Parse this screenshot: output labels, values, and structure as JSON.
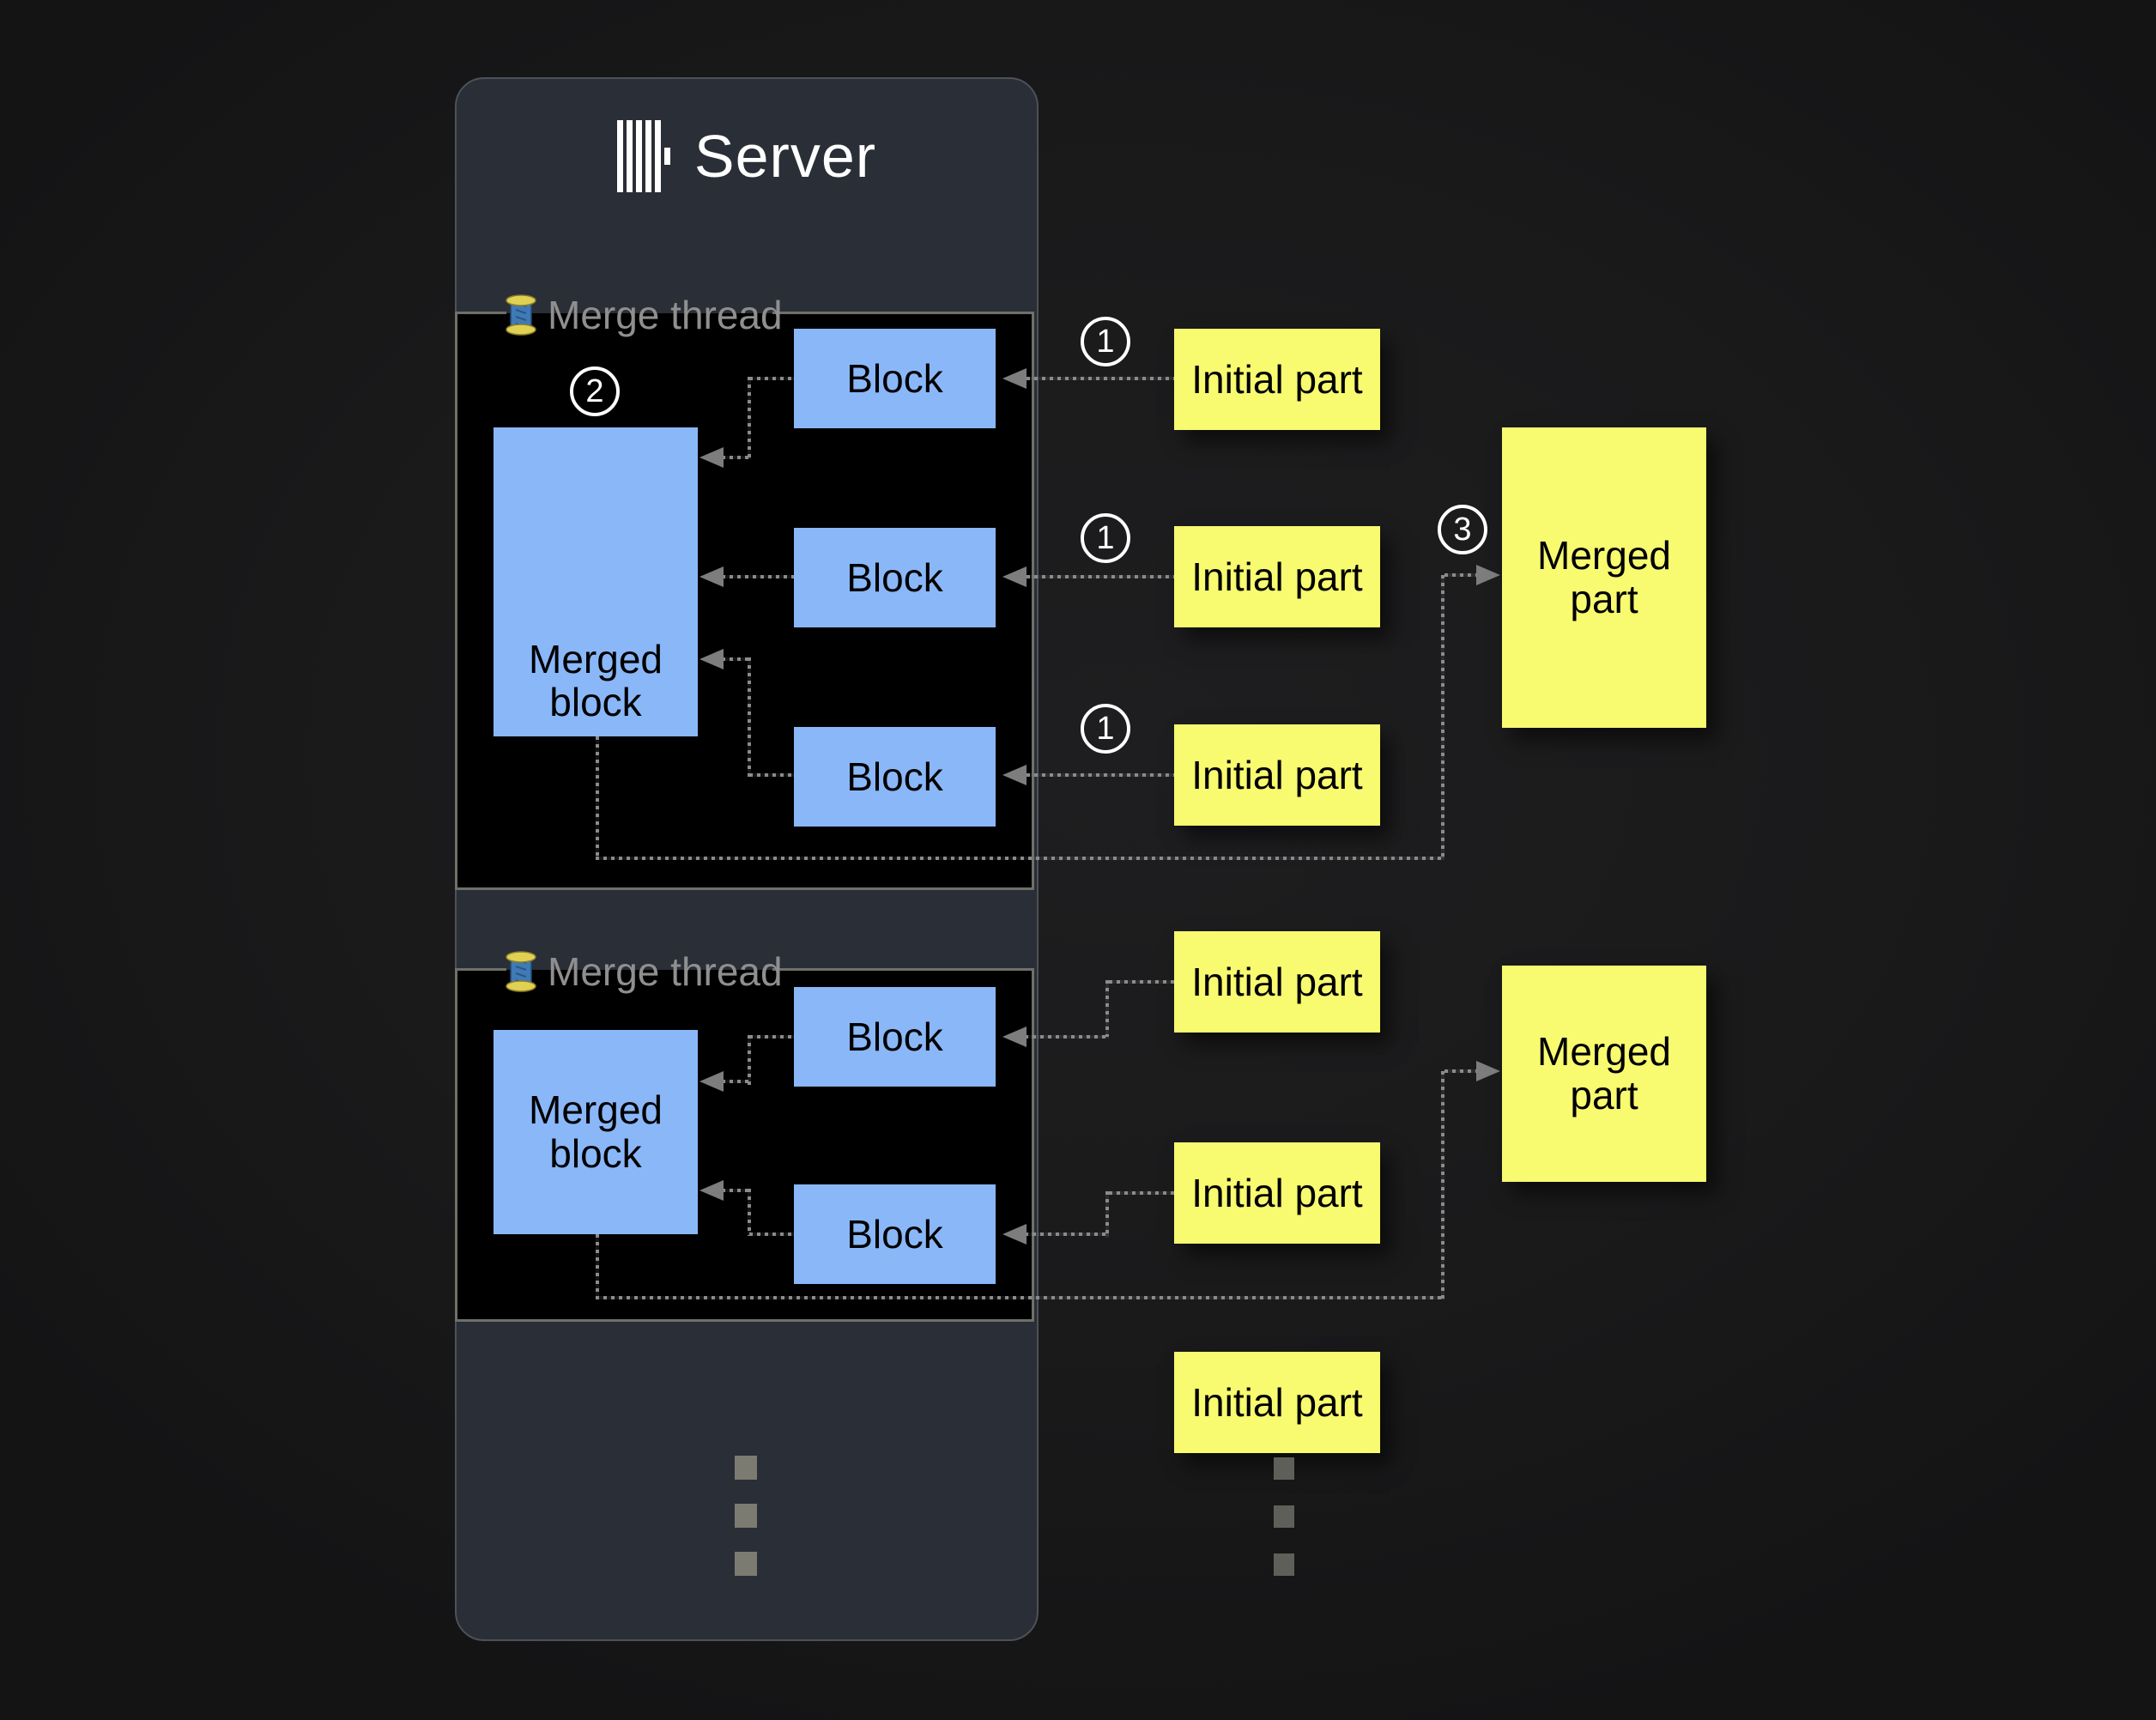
{
  "server": {
    "title": "Server"
  },
  "threads": [
    {
      "label": "Merge thread",
      "badge": "2",
      "merged_block": "Merged block",
      "blocks": [
        "Block",
        "Block",
        "Block"
      ]
    },
    {
      "label": "Merge thread",
      "merged_block": "Merged block",
      "blocks": [
        "Block",
        "Block"
      ]
    }
  ],
  "parts": {
    "group1": {
      "badges": [
        "1",
        "1",
        "1"
      ],
      "initial": [
        "Initial part",
        "Initial part",
        "Initial part"
      ],
      "merge_badge": "3",
      "merged": "Merged part"
    },
    "group2": {
      "initial": [
        "Initial part",
        "Initial part",
        "Initial part"
      ],
      "merged": "Merged part"
    }
  },
  "colors": {
    "canvas_bg": "#1a1a1b",
    "panel_bg": "#2a2e36",
    "thread_box_bg": "#000000",
    "block_blue": "#8ab7f8",
    "part_yellow": "#f8fa70",
    "connector_gray": "#8b8b8b",
    "label_gray": "#8f8f8f",
    "badge_white": "#ffffff"
  }
}
